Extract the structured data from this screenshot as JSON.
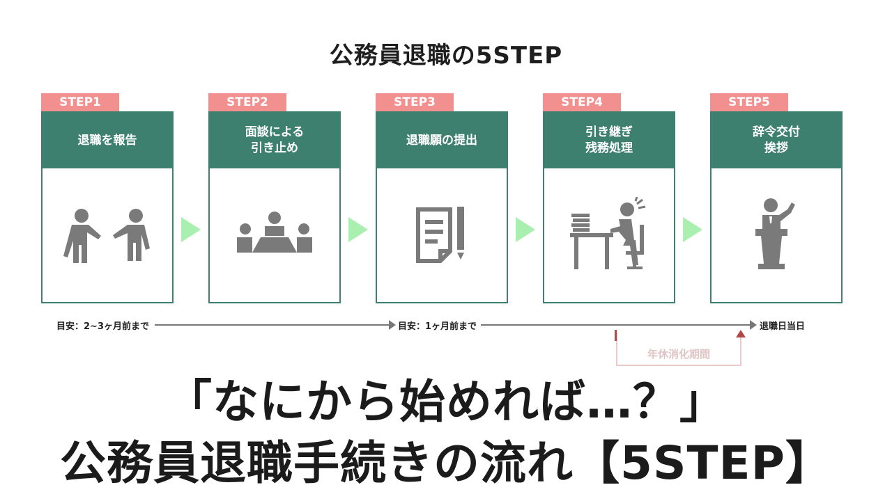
{
  "title": "公務員退職の5STEP",
  "steps": [
    {
      "tag": "STEP1",
      "heading": "退職を報告",
      "icon": "two-people-talking-icon"
    },
    {
      "tag": "STEP2",
      "heading": "面談による\n引き止め",
      "icon": "meeting-table-icon"
    },
    {
      "tag": "STEP3",
      "heading": "退職願の提出",
      "icon": "document-pen-icon"
    },
    {
      "tag": "STEP4",
      "heading": "引き継ぎ\n残務処理",
      "icon": "desk-worker-icon"
    },
    {
      "tag": "STEP5",
      "heading": "辞令交付\n挨拶",
      "icon": "podium-speaker-icon"
    }
  ],
  "timeline": {
    "label1": "目安：2~3ヶ月前まで",
    "label2": "目安：1ヶ月前まで",
    "label3": "退職日当日",
    "leave_label": "年休消化期間"
  },
  "colors": {
    "tag": "#f28f8f",
    "card": "#3e8070",
    "arrow": "#a9f0b0",
    "icon": "#7a7a7a"
  },
  "headline": {
    "line1": "「なにから始めれば…？」",
    "line2": "公務員退職手続きの流れ【5STEP】"
  }
}
